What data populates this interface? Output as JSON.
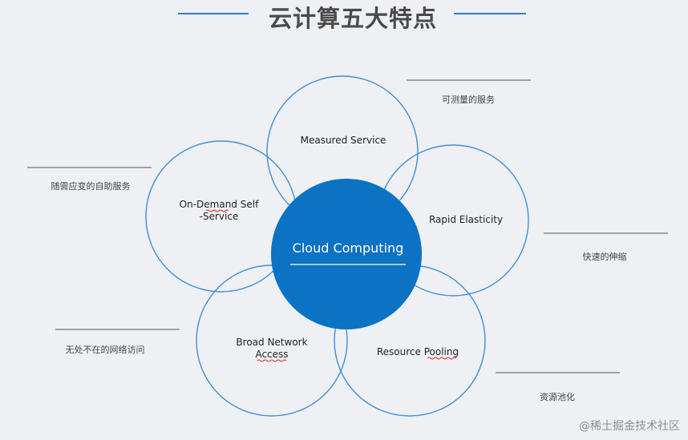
{
  "title": "云计算五大特点",
  "colors": {
    "background": "#eef0f3",
    "accent": "#0b72c4",
    "circle_outline": "#3e8fd6",
    "title_text": "#4a4a4a"
  },
  "center": {
    "label": "Cloud Computing"
  },
  "features": [
    {
      "key": "measured",
      "label_lines": [
        "Measured Service"
      ],
      "note": "可测量的服务"
    },
    {
      "key": "ondemand",
      "label_lines": [
        "On-Demand Self",
        "-Service"
      ],
      "note": "随需应变的自助服务"
    },
    {
      "key": "rapid",
      "label_lines": [
        "Rapid Elasticity"
      ],
      "note": "快速的伸缩"
    },
    {
      "key": "broad",
      "label_lines": [
        "Broad Network",
        "Access"
      ],
      "note": "无处不在的网络访问"
    },
    {
      "key": "pooling",
      "label_lines": [
        "Resource Pooling"
      ],
      "note": "资源池化"
    }
  ],
  "watermark": "@稀土掘金技术社区"
}
